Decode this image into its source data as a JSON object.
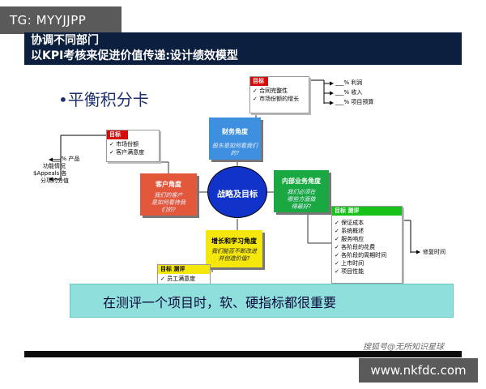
{
  "watermark_tag": "TG: MYYJJPP",
  "header": {
    "line1": "协调不同部门",
    "line2": "以KPI考核来促进价值传递:设计绩效模型"
  },
  "bsc_title": "•平衡积分卡",
  "center": {
    "label": "战略及目标"
  },
  "perspectives": {
    "financial": {
      "title": "财务角度",
      "question": "股东是如何看我们的?"
    },
    "customer": {
      "title": "客户角度",
      "question1": "我们的客户",
      "question2": "是如何看待我",
      "question3": "们的?"
    },
    "internal": {
      "title": "内部业务角度",
      "question1": "我们必须在",
      "question2": "哪些方面做",
      "question3": "得最好?"
    },
    "learning": {
      "title": "增长和学习角度",
      "question1": "我们能否不断改进",
      "question2": "并创造价值?"
    }
  },
  "box_financial": {
    "header": "目标",
    "items": [
      "合同完整性",
      "市场份额的增长"
    ]
  },
  "financial_measures": [
    "___% 利润",
    "___% 收入",
    "___% 项目预算"
  ],
  "box_customer": {
    "header": "目标",
    "items": [
      "市场份额",
      "客户满意度"
    ]
  },
  "customer_measures": [
    "___% 产品",
    "功能情况",
    "$Appeals 各",
    "分项的分值"
  ],
  "box_internal": {
    "header": "目标   测评",
    "items": [
      "保证成本",
      "系统概述",
      "服务响应",
      "各阶段的花费",
      "各阶段的周期时间",
      "上市时间",
      "项目性能"
    ]
  },
  "internal_measures": [
    "修复时间"
  ],
  "box_learning": {
    "header": "目标   测评",
    "items": [
      "员工满意度"
    ]
  },
  "banner": "在测评一个项目时，软、硬指标都很重要",
  "watermark_right": "搜狐号@无所知识星球",
  "url": "www.nkfdc.com",
  "colors": {
    "header_bg": "#0d1f3f",
    "financial": "#3f8fe0",
    "customer": "#e3583a",
    "internal": "#1aa843",
    "learning": "#f5e60c",
    "center": "#1233c9",
    "banner": "#8fe0dd"
  }
}
